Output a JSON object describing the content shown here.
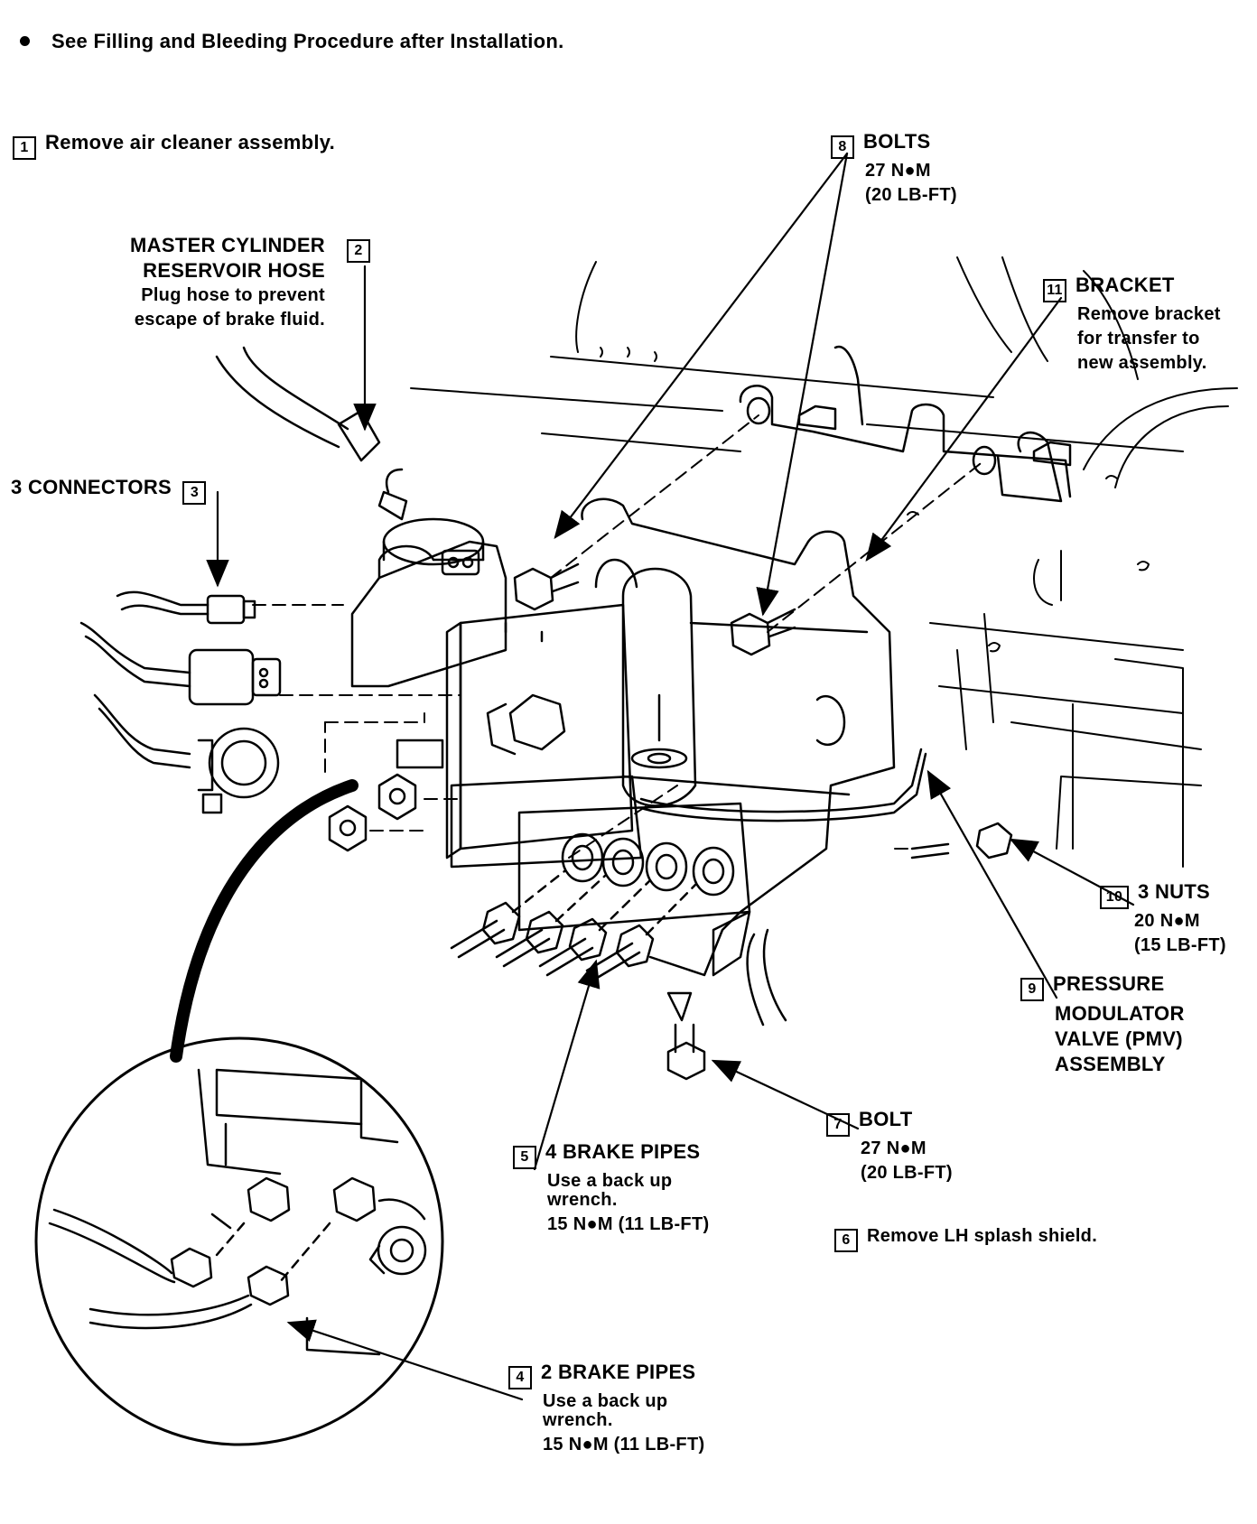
{
  "note": "See  Filling and Bleeding Procedure after Installation.",
  "callouts": {
    "c1": {
      "num": "1",
      "text": "Remove air cleaner assembly."
    },
    "c2": {
      "num": "2",
      "title1": "MASTER CYLINDER",
      "title2": "RESERVOIR HOSE",
      "desc1": "Plug hose to prevent",
      "desc2": "escape of brake fluid."
    },
    "c3": {
      "num": "3",
      "title": "3 CONNECTORS"
    },
    "c4": {
      "num": "4",
      "title": "2 BRAKE PIPES",
      "desc1": "Use a back up",
      "desc2": "wrench.",
      "torque": "15 N●M (11 LB-FT)"
    },
    "c5": {
      "num": "5",
      "title": "4 BRAKE PIPES",
      "desc1": "Use a back up",
      "desc2": "wrench.",
      "torque": "15 N●M (11 LB-FT)"
    },
    "c6": {
      "num": "6",
      "text": "Remove LH splash shield."
    },
    "c7": {
      "num": "7",
      "title": "BOLT",
      "torque1": "27 N●M",
      "torque2": "(20 LB-FT)"
    },
    "c8": {
      "num": "8",
      "title": "BOLTS",
      "torque1": "27 N●M",
      "torque2": "(20 LB-FT)"
    },
    "c9": {
      "num": "9",
      "line1": "PRESSURE",
      "line2": "MODULATOR",
      "line3": "VALVE (PMV)",
      "line4": "ASSEMBLY"
    },
    "c10": {
      "num": "10",
      "title": "3 NUTS",
      "torque1": "20 N●M",
      "torque2": "(15 LB-FT)"
    },
    "c11": {
      "num": "11",
      "title": "BRACKET",
      "desc1": "Remove bracket",
      "desc2": "for transfer to",
      "desc3": "new assembly."
    }
  }
}
